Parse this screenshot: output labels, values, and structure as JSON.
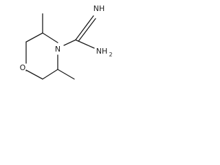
{
  "molecule": {
    "atoms": {
      "ring_nitrogen": "N",
      "ring_oxygen": "O",
      "imine_group": "NH",
      "amine_group": "NH",
      "amine_subscript": "2"
    }
  }
}
